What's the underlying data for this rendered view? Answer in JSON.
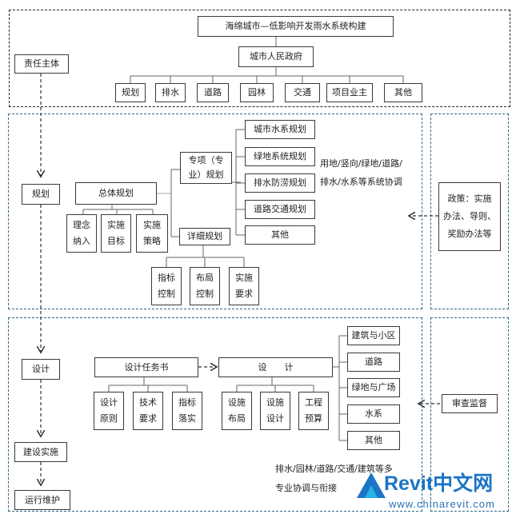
{
  "colors": {
    "black_dash": "#222222",
    "blue_dash": "#2d6a8a",
    "logo_blue": "#1b74c7",
    "logo_cyan": "#2ab0e6"
  },
  "top": {
    "title": "海绵城市—低影响开发雨水系统构建",
    "government": "城市人民政府",
    "departments": [
      "规划",
      "排水",
      "道路",
      "园林",
      "交通",
      "项目业主",
      "其他"
    ]
  },
  "left": {
    "responsible": "责任主体",
    "planning": "规划",
    "design": "设计",
    "construction": "建设实施",
    "operation": "运行维护"
  },
  "planning": {
    "overall": "总体规划",
    "overall_items": [
      "理念\n纳入",
      "实施\n目标",
      "实施\n策略"
    ],
    "special": "专项（专\n业）规划",
    "special_items": [
      "城市水系规划",
      "绿地系统规划",
      "排水防涝规划",
      "道路交通规划",
      "其他"
    ],
    "coordination": "用地/竖向/绿地/道路/\n排水/水系等系统协调",
    "detailed": "详细规划",
    "detailed_items": [
      "指标\n控制",
      "布局\n控制",
      "实施\n要求"
    ],
    "policy": "政策：实施\n办法、导则、\n奖励办法等"
  },
  "design": {
    "brief": "设计任务书",
    "brief_items": [
      "设计\n原则",
      "技术\n要求",
      "指标\n落实"
    ],
    "design": "设　　计",
    "design_items": [
      "设施\n布局",
      "设施\n设计",
      "工程\n预算"
    ],
    "types": [
      "建筑与小区",
      "道路",
      "绿地与广场",
      "水系",
      "其他"
    ],
    "coordination": "排水/园林/道路/交通/建筑等多\n专业协调与衔接",
    "review": "审查监督"
  },
  "watermark": {
    "brand_latin": "Revit",
    "brand_cn": "中文网",
    "url": "www.chinarevit.com"
  }
}
